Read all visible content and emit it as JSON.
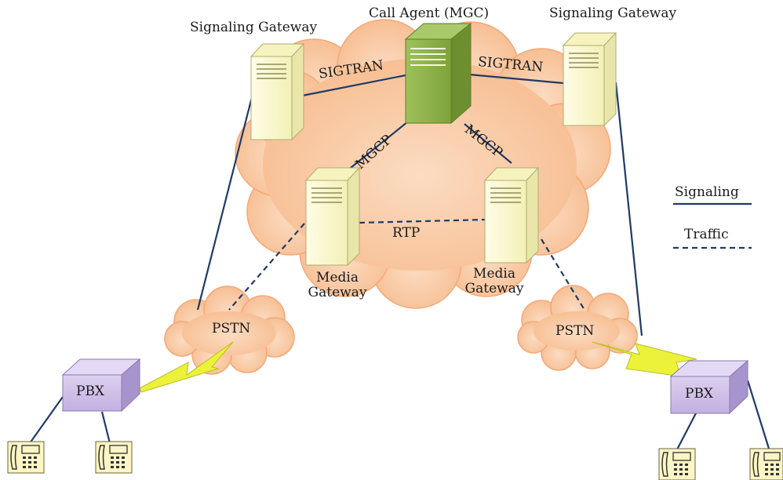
{
  "nodes": {
    "call_agent": "Call Agent (MGC)",
    "signaling_gateway_left": "Signaling Gateway",
    "signaling_gateway_right": "Signaling Gateway",
    "media_gateway_left": [
      "Media",
      "Gateway"
    ],
    "media_gateway_right": [
      "Media",
      "Gateway"
    ],
    "pstn_left": "PSTN",
    "pstn_right": "PSTN",
    "pbx_left": "PBX",
    "pbx_right": "PBX"
  },
  "links": {
    "sigtran_left": "SIGTRAN",
    "sigtran_right": "SIGTRAN",
    "mgcp_left": "MGCP",
    "mgcp_right": "MGCP",
    "rtp": "RTP"
  },
  "legend": {
    "signaling": "Signaling",
    "traffic": "Traffic"
  },
  "colors": {
    "cloud_fill": "#f9c9a2",
    "cloud_stroke": "#f0a070",
    "server_fill": "#fefdd2",
    "server_side": "#e8e6a8",
    "call_agent_fill": "#8fb04a",
    "call_agent_side": "#6e8f2f",
    "pbx_fill": "#c8b8e4",
    "pbx_side": "#a894cc",
    "line": "#1f3a66",
    "lightning": "#ecf23a"
  }
}
